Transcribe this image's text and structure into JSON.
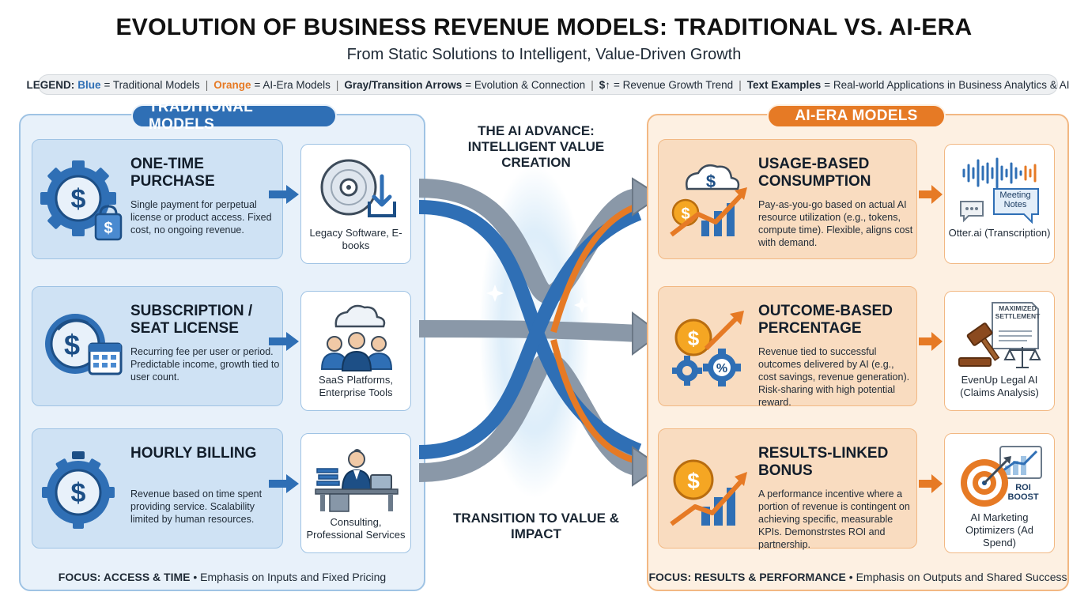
{
  "header": {
    "title": "EVOLUTION OF BUSINESS REVENUE MODELS: TRADITIONAL VS. AI-ERA",
    "subtitle": "From Static Solutions to Intelligent, Value-Driven Growth"
  },
  "legend": {
    "label": "LEGEND:",
    "blue_term": "Blue",
    "blue_desc": "= Traditional Models",
    "orange_term": "Orange",
    "orange_desc": "= AI-Era Models",
    "gray_term": "Gray/Transition Arrows",
    "gray_desc": "= Evolution & Connection",
    "trend_term": "$↑",
    "trend_desc": "= Revenue Growth Trend",
    "examples_term": "Text Examples",
    "examples_desc": "= Real-world Applications in Business Analytics & AI"
  },
  "traditional": {
    "title": "TRADITIONAL MODELS",
    "models": [
      {
        "title": "ONE-TIME PURCHASE",
        "desc": "Single payment for perpetual license or product access. Fixed cost, no ongoing revenue.",
        "example": "Legacy Software, E-books",
        "icon": "dollar-gear-bag-icon",
        "example_icon": "disc-download-icon"
      },
      {
        "title": "SUBSCRIPTION / SEAT LICENSE",
        "desc": "Recurring fee per user or period. Predictable income, growth tied to user count.",
        "example": "SaaS Platforms, Enterprise Tools",
        "icon": "dollar-clock-calendar-icon",
        "example_icon": "cloud-users-icon"
      },
      {
        "title": "HOURLY BILLING",
        "desc": "Revenue based on time spent providing service. Scalability limited by human resources.",
        "example": "Consulting, Professional Services",
        "icon": "dollar-stopwatch-icon",
        "example_icon": "consultant-desk-icon"
      }
    ],
    "focus_label": "FOCUS: ACCESS & TIME",
    "focus_desc": "• Emphasis on Inputs and Fixed Pricing"
  },
  "middle": {
    "top_label": "THE AI ADVANCE: INTELLIGENT VALUE CREATION",
    "bottom_label": "TRANSITION TO VALUE & IMPACT"
  },
  "ai": {
    "title": "AI-ERA MODELS",
    "models": [
      {
        "title": "USAGE-BASED CONSUMPTION",
        "desc": "Pay-as-you-go based on actual AI resource utilization (e.g., tokens, compute time). Flexible, aligns cost with demand.",
        "example": "Otter.ai (Transcription)",
        "example_badge": "Meeting Notes",
        "icon": "cloud-growth-chart-icon",
        "example_icon": "soundwave-chat-icon"
      },
      {
        "title": "OUTCOME-BASED PERCENTAGE",
        "desc": "Revenue tied to successful outcomes delivered by AI (e.g., cost savings, revenue generation). Risk-sharing with high potential reward.",
        "example": "EvenUp Legal AI (Claims Analysis)",
        "example_badge": "MAXIMIZED SETTLEMENT",
        "icon": "coin-gear-percent-icon",
        "example_icon": "gavel-scales-icon"
      },
      {
        "title": "RESULTS-LINKED BONUS",
        "desc": "A performance incentive where a portion of revenue is contingent on achieving specific, measurable KPIs. Demonstrstes ROI and partnership.",
        "example": "AI Marketing Optimizers (Ad Spend)",
        "example_badge": "ROI BOOST",
        "icon": "coin-bar-growth-icon",
        "example_icon": "target-roi-icon"
      }
    ],
    "focus_label": "FOCUS: RESULTS & PERFORMANCE",
    "focus_desc": "• Emphasis on Outputs and Shared Success"
  },
  "colors": {
    "blue": "#2f6fb5",
    "orange": "#e67a25",
    "gray": "#8a98a8"
  }
}
